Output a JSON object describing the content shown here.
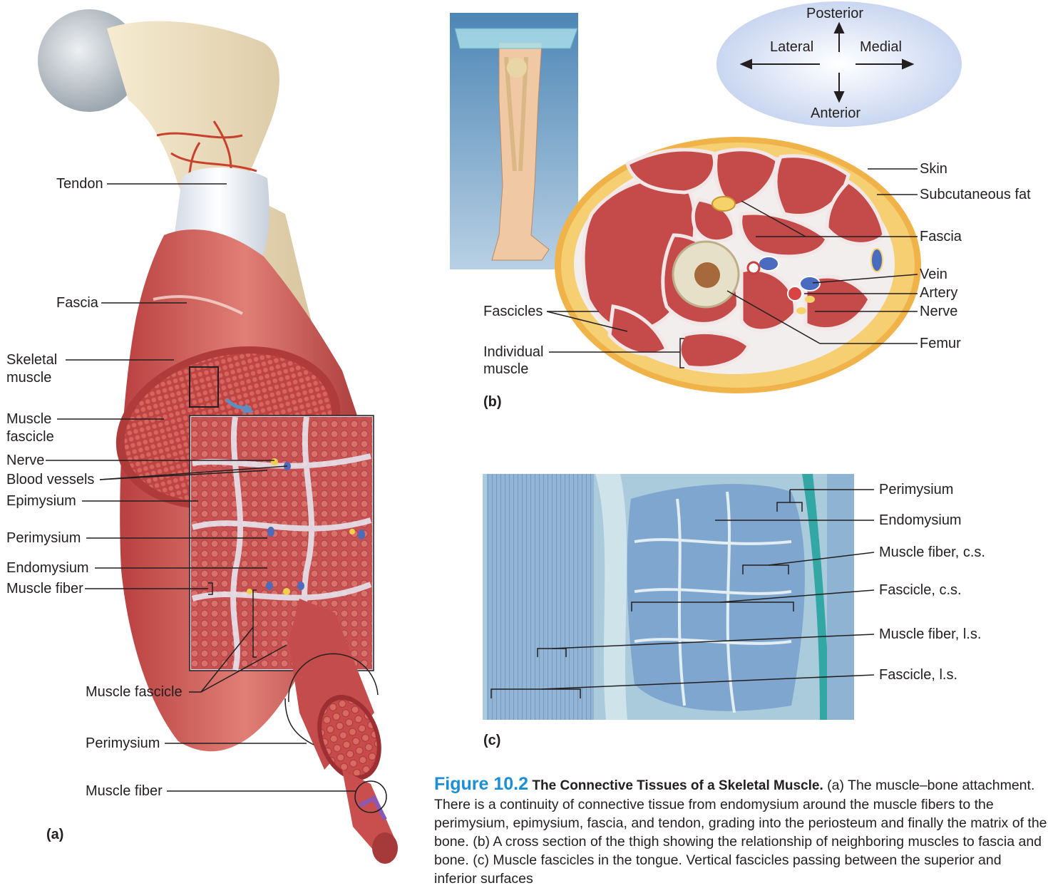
{
  "panel_a": {
    "panel_label": "(a)",
    "labels": {
      "tendon": "Tendon",
      "fascia": "Fascia",
      "skeletal_muscle_1": "Skeletal",
      "skeletal_muscle_2": "muscle",
      "muscle_fascicle_1": "Muscle",
      "muscle_fascicle_2": "fascicle",
      "nerve": "Nerve",
      "blood_vessels": "Blood vessels",
      "epimysium": "Epimysium",
      "perimysium": "Perimysium",
      "endomysium": "Endomysium",
      "muscle_fiber": "Muscle fiber",
      "muscle_fascicle_lower": "Muscle fascicle",
      "perimysium_lower": "Perimysium",
      "muscle_fiber_lower": "Muscle fiber"
    }
  },
  "panel_b": {
    "panel_label": "(b)",
    "compass": {
      "up": "Posterior",
      "down": "Anterior",
      "left": "Lateral",
      "right": "Medial"
    },
    "labels": {
      "skin": "Skin",
      "subcutaneous_fat": "Subcutaneous fat",
      "fascia": "Fascia",
      "vein": "Vein",
      "artery": "Artery",
      "nerve": "Nerve",
      "femur": "Femur",
      "fascicles": "Fascicles",
      "individual_muscle_1": "Individual",
      "individual_muscle_2": "muscle"
    }
  },
  "panel_c": {
    "panel_label": "(c)",
    "labels": {
      "perimysium": "Perimysium",
      "endomysium": "Endomysium",
      "muscle_fiber_cs": "Muscle fiber, c.s.",
      "fascicle_cs": "Fascicle, c.s.",
      "muscle_fiber_ls": "Muscle fiber, l.s.",
      "fascicle_ls": "Fascicle, l.s."
    }
  },
  "caption": {
    "figure_number": "Figure 10.2",
    "title": "The Connective Tissues of a Skeletal Muscle.",
    "text": "(a) The muscle–bone attachment. There is a continuity of connective tissue from endomysium around the muscle fibers to the perimysium, epimysium, fascia, and tendon, grading into the periosteum and finally the matrix of the bone. (b) A cross section of the thigh showing the relationship of neighboring muscles to fascia and bone. (c) Muscle fascicles in the tongue. Vertical fascicles passing between the superior and inferior surfaces"
  },
  "colors": {
    "muscle": "#c24545",
    "muscle_dark": "#9e2f33",
    "bone": "#efe2c2",
    "fat": "#f3c463",
    "tendon": "#dfe6ee",
    "micrograph_bg": "#9fc4d6",
    "fiber_blue": "#6e96c2",
    "caption_accent": "#1a8fd6"
  }
}
